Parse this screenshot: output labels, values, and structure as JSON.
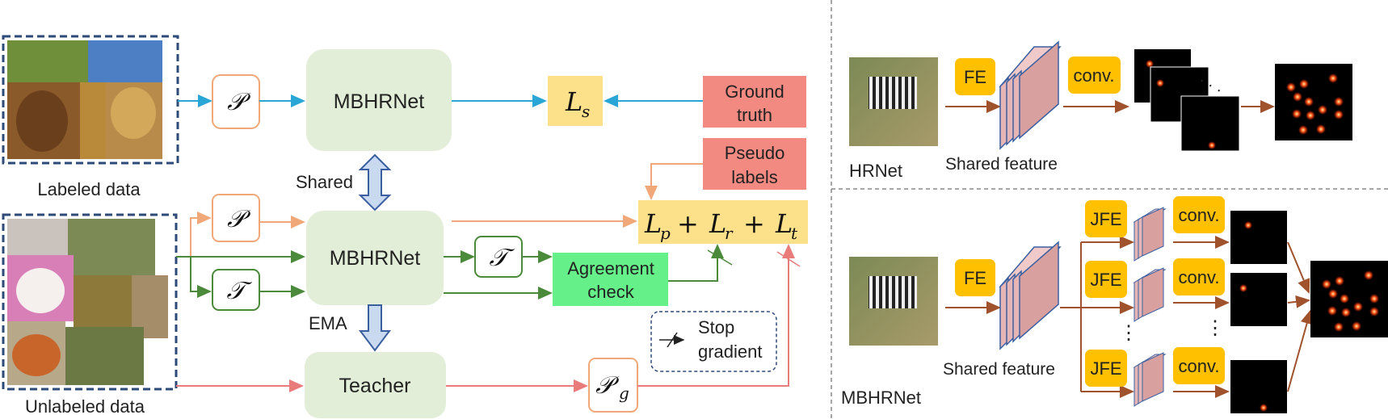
{
  "left_panel": {
    "labeled_caption": "Labeled data",
    "unlabeled_caption": "Unlabeled data",
    "perturb_symbol": "𝒫",
    "transform_symbol": "𝒯",
    "geo_perturb_symbol": "𝒫",
    "geo_perturb_subscript": "g",
    "student_top": "MBHRNet",
    "student_bottom": "MBHRNet",
    "teacher": "Teacher",
    "shared_label": "Shared",
    "ema_label": "EMA",
    "loss_supervised": "L",
    "loss_supervised_sub": "s",
    "loss_combined": "L",
    "loss_p_sub": "p",
    "loss_r_sub": "r",
    "loss_t_sub": "t",
    "plus": "+",
    "ground_truth_line1": "Ground",
    "ground_truth_line2": "truth",
    "pseudo_line1": "Pseudo",
    "pseudo_line2": "labels",
    "agreement_line1": "Agreement",
    "agreement_line2": "check",
    "legend_line1": "Stop",
    "legend_line2": "gradient"
  },
  "right_top": {
    "fe_label": "FE",
    "conv_label": "conv.",
    "shared_feature": "Shared feature",
    "model_name": "HRNet",
    "dots": "· · ·"
  },
  "right_bottom": {
    "fe_label": "FE",
    "jfe_label": "JFE",
    "conv_label": "conv.",
    "shared_feature": "Shared feature",
    "model_name": "MBHRNet",
    "vdots": "⋮"
  },
  "colors": {
    "blue_arrow": "#2aa6d6",
    "orange_arrow": "#f0a878",
    "green_arrow": "#4a8a3a",
    "red_arrow": "#ea7b7b",
    "brown_arrow": "#a0522d",
    "mbhrnet_fill": "#e2eed8",
    "loss_fill": "#fce08a",
    "gt_fill": "#f28a82",
    "agreement_fill": "#66f08a",
    "fe_fill": "#ffc000",
    "dashed_border": "#2e4a78"
  }
}
